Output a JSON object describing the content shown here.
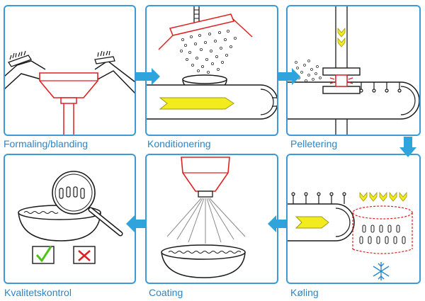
{
  "colors": {
    "frame": "#3d9ad6",
    "arrow": "#2fa3dc",
    "line": "#1a1a1a",
    "red": "#e02020",
    "yellow": "#f2ec1f",
    "label": "#2a86c9",
    "check": "#4cc21a"
  },
  "steps": [
    {
      "id": "formaling",
      "label": "Formaling/blanding"
    },
    {
      "id": "konditionering",
      "label": "Konditionering"
    },
    {
      "id": "pelletering",
      "label": "Pelletering"
    },
    {
      "id": "koling",
      "label": "Køling"
    },
    {
      "id": "coating",
      "label": "Coating"
    },
    {
      "id": "kvalitetskontrol",
      "label": "Kvalitetskontrol"
    }
  ],
  "icons": {
    "pass": "checkmark-icon",
    "fail": "cross-icon",
    "cold": "snowflake-icon",
    "inspect": "magnifying-glass-icon"
  }
}
